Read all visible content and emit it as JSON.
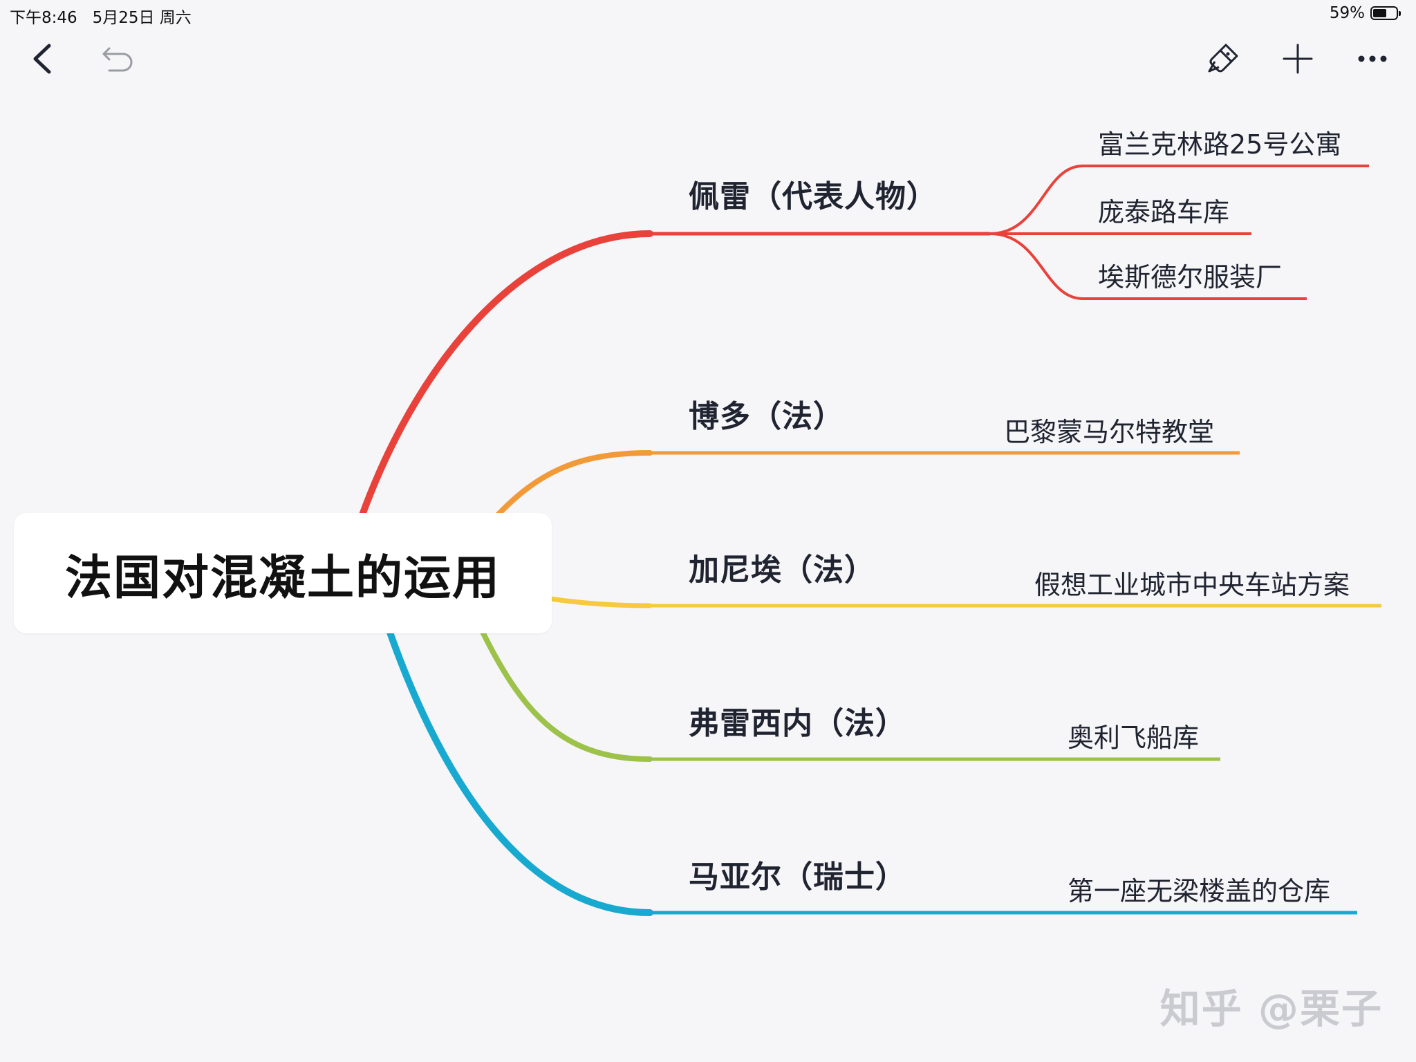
{
  "status_bar": {
    "time_date": "下午8:46   5月25日 周六",
    "battery_text": "59%",
    "battery_level": 0.59
  },
  "toolbar": {
    "back_icon": "chevron-left-icon",
    "undo_icon": "undo-icon",
    "style_icon": "paint-brush-icon",
    "add_icon": "plus-icon",
    "more_icon": "ellipsis-icon"
  },
  "mindmap": {
    "central_topic": "法国对混凝土的运用",
    "branches": [
      {
        "label": "佩雷（代表人物）",
        "color": "#e8423b",
        "children": [
          "富兰克林路25号公寓",
          "庞泰路车库",
          "埃斯德尔服装厂"
        ]
      },
      {
        "label": "博多（法）",
        "color": "#f29a38",
        "children": [
          "巴黎蒙马尔特教堂"
        ]
      },
      {
        "label": "加尼埃（法）",
        "color": "#f6ca3c",
        "children": [
          "假想工业城市中央车站方案"
        ]
      },
      {
        "label": "弗雷西内（法）",
        "color": "#9dc24a",
        "children": [
          "奥利飞船库"
        ]
      },
      {
        "label": "马亚尔（瑞士）",
        "color": "#17a9cf",
        "children": [
          "第一座无梁楼盖的仓库"
        ]
      }
    ]
  },
  "watermark": "知乎 @栗子"
}
